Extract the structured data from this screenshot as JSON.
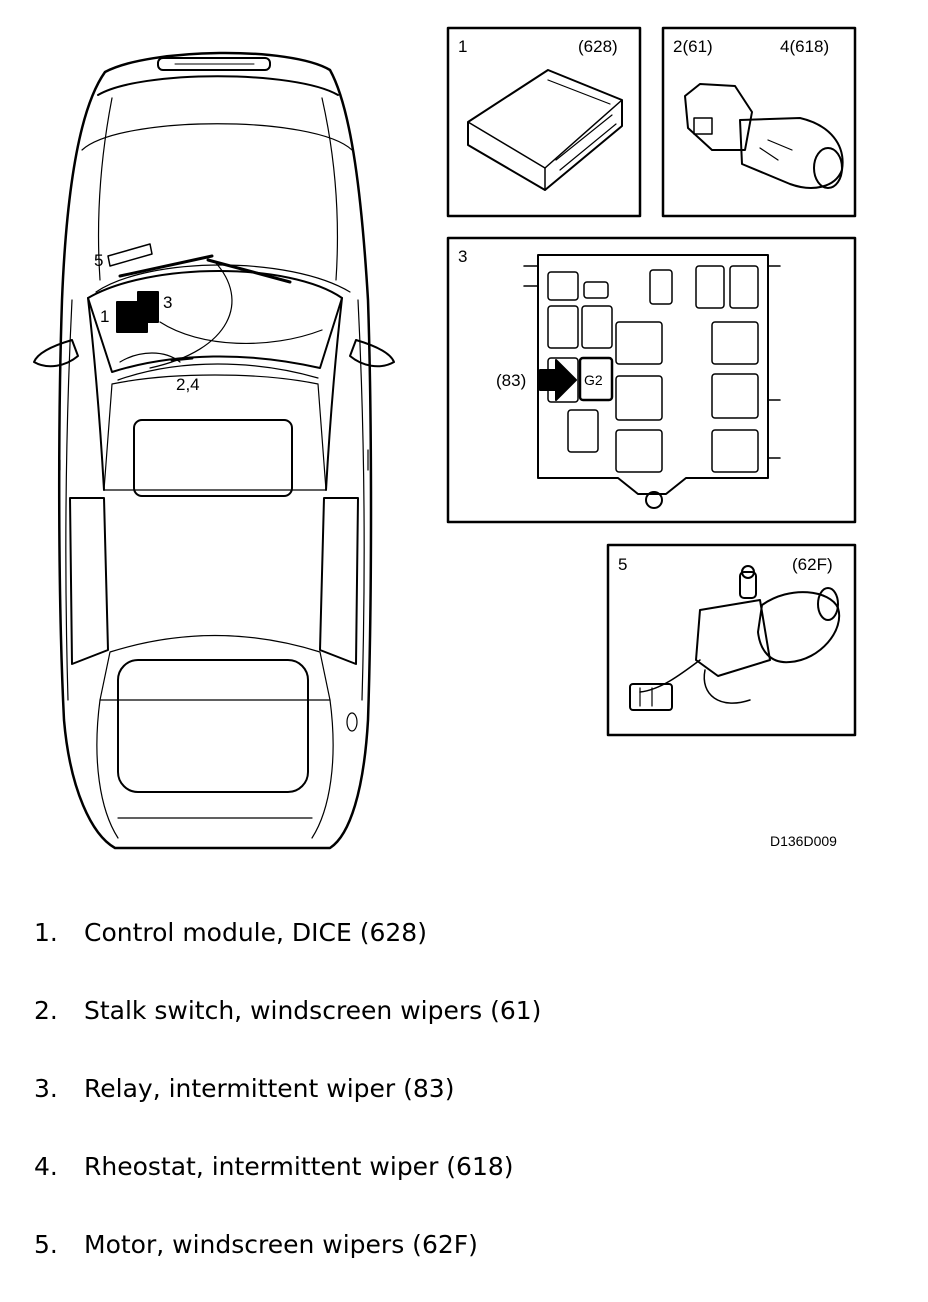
{
  "figure": {
    "car_labels": {
      "l1": "1",
      "l3": "3",
      "l5": "5",
      "l24": "2,4"
    },
    "panel1": {
      "num": "1",
      "code": "(628)"
    },
    "panel2": {
      "num": "2(61)",
      "code": "4(618)"
    },
    "panel3": {
      "num": "3",
      "relay_code": "(83)",
      "slot_label": "G2"
    },
    "panel5": {
      "num": "5",
      "code": "(62F)"
    },
    "drawing_code": "D136D009"
  },
  "legend": [
    {
      "num": "1.",
      "text": "Control module, DICE (628)"
    },
    {
      "num": "2.",
      "text": "Stalk switch, windscreen wipers (61)"
    },
    {
      "num": "3.",
      "text": "Relay, intermittent wiper (83)"
    },
    {
      "num": "4.",
      "text": "Rheostat, intermittent wiper (618)"
    },
    {
      "num": "5.",
      "text": "Motor, windscreen wipers (62F)"
    }
  ]
}
